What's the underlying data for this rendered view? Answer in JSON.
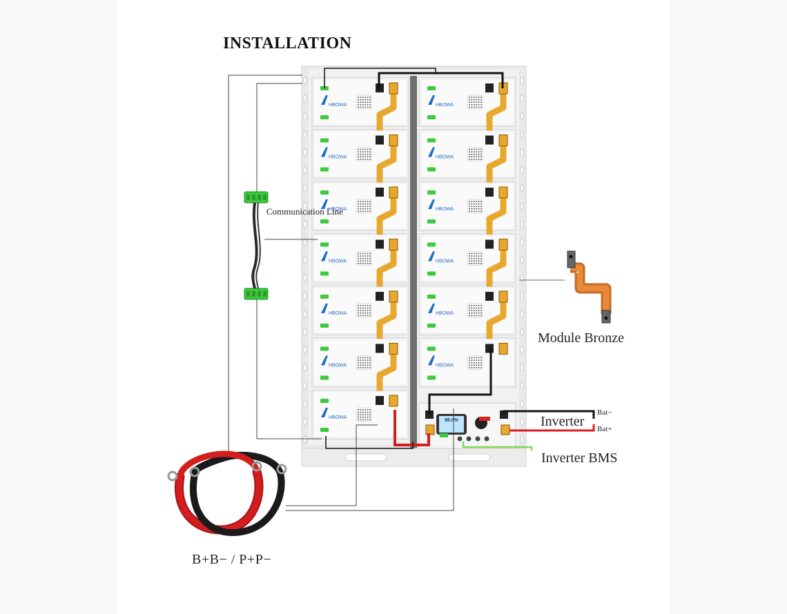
{
  "title": "INSTALLATION",
  "labels": {
    "communication_line": "Communication Line",
    "module_bronze": "Module Bronze",
    "inverter": "Inverter",
    "bat_minus": "Bat−",
    "bat_plus": "Bat+",
    "inverter_bms": "Inverter BMS",
    "cables": "B+B− / P+P−"
  },
  "module_brand": "HBOWA",
  "display_reading": "86.0%",
  "colors": {
    "cabinet": "#eeeeee",
    "module_face": "#fafafa",
    "busbar": "#e8a82e",
    "terminal": "#222222",
    "comm_port": "#3ec93e",
    "cable_red": "#d41e1e",
    "cable_black": "#1a1a1a",
    "bms_line": "#7ed957",
    "brand_blue": "#1f6fc4"
  }
}
